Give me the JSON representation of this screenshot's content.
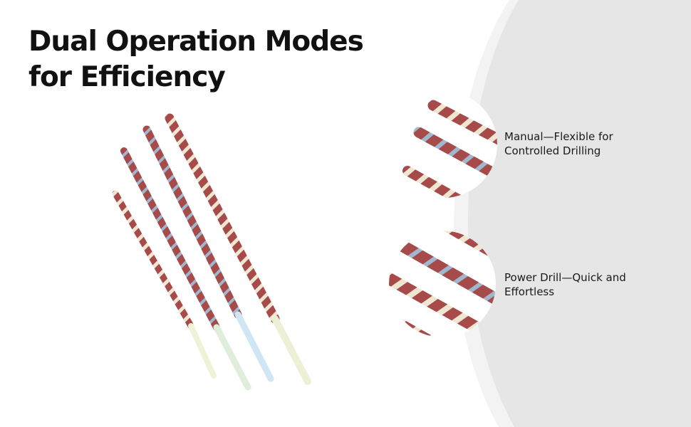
{
  "heading": {
    "line1": "Dual Operation Modes",
    "line2": "for Efficiency"
  },
  "features": [
    {
      "line1": "Manual—Flexible for",
      "line2": "Controlled Drilling",
      "icon": "manual-drill-detail"
    },
    {
      "line1": "Power Drill—Quick and",
      "line2": "Effortless",
      "icon": "power-drill-detail"
    }
  ],
  "colors": {
    "background": "#ffffff",
    "panel": "#e6e6e6",
    "panel_edge": "#f3f3f3",
    "abrasive_red": "#a64a4a",
    "stripe_cream": "#efe6d2",
    "stripe_blue": "#8fb0cc",
    "text": "#1a1a1a"
  }
}
